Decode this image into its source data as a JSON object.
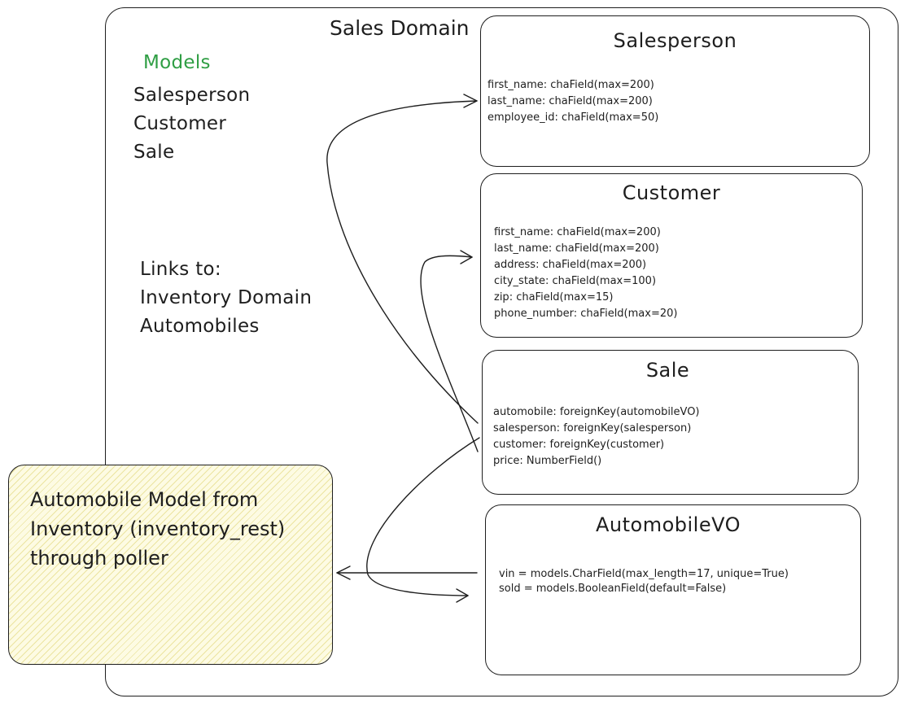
{
  "domain_title": "Sales Domain",
  "models_panel": {
    "heading": "Models",
    "heading_color": "#2f9e44",
    "items": [
      "Salesperson",
      "Customer",
      "Sale"
    ]
  },
  "links_panel": {
    "lines": [
      "Links to:",
      "Inventory Domain",
      "Automobiles"
    ]
  },
  "entities": {
    "salesperson": {
      "title": "Salesperson",
      "fields": [
        "first_name: chaField(max=200)",
        "last_name: chaField(max=200)",
        "employee_id: chaField(max=50)"
      ]
    },
    "customer": {
      "title": "Customer",
      "fields": [
        "first_name: chaField(max=200)",
        "last_name: chaField(max=200)",
        "address: chaField(max=200)",
        "city_state: chaField(max=100)",
        "zip: chaField(max=15)",
        "phone_number: chaField(max=20)"
      ]
    },
    "sale": {
      "title": "Sale",
      "fields": [
        "automobile: foreignKey(automobileVO)",
        "salesperson: foreignKey(salesperson)",
        "customer: foreignKey(customer)",
        "price: NumberField()"
      ]
    },
    "automobile_vo": {
      "title": "AutomobileVO",
      "fields": [
        "vin = models.CharField(max_length=17, unique=True)",
        "sold = models.BooleanField(default=False)"
      ]
    }
  },
  "source_note": {
    "lines": [
      "Automobile Model from",
      "Inventory (inventory_rest)",
      "through poller"
    ],
    "fill_color": "#fdfbe3"
  }
}
